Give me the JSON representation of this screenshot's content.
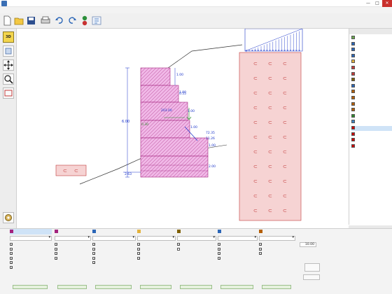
{
  "window": {
    "title": "",
    "controls": [
      "—",
      "□",
      "✕"
    ]
  },
  "menu": {
    "items": [
      "",
      "",
      "",
      "",
      "",
      "",
      "",
      ""
    ]
  },
  "toolbar": {
    "view3d_label": "3D",
    "mode_label": ""
  },
  "canvas": {
    "dims": {
      "d_total": "6.00",
      "d_top": "1.00",
      "d_mid": "2.00",
      "d_small": "0.30",
      "d_side1": "0.55",
      "d_offset": "2.63",
      "d_load": "72.35",
      "d_r": "11.26",
      "d_mid_val": "203.00",
      "d_zero": "0.00"
    },
    "soil_glyph": "⊂",
    "colors": {
      "wall_fill": "#f0b7e6",
      "wall_stroke": "#a3237e",
      "soil_fill": "#f6d3d3",
      "soil_stroke": "#c23b3b",
      "dim_blue": "#1a34c9",
      "arrow_green": "#2e8b2e"
    }
  },
  "right_panel": {
    "head": "",
    "items": [
      {
        "label": "",
        "icon": "settings-icon"
      },
      {
        "label": "",
        "icon": "analysis-icon"
      },
      {
        "label": "",
        "icon": "geometry-icon"
      },
      {
        "label": "",
        "icon": "geometry-icon"
      },
      {
        "label": "",
        "icon": "material-icon"
      },
      {
        "label": "",
        "icon": "soil-icon"
      },
      {
        "label": "",
        "icon": "soil-icon"
      },
      {
        "label": "",
        "icon": "terrain-icon"
      },
      {
        "label": "",
        "icon": "water-icon"
      },
      {
        "label": "",
        "icon": "load-icon"
      },
      {
        "label": "",
        "icon": "load-icon"
      },
      {
        "label": "",
        "icon": "load-icon"
      },
      {
        "label": "",
        "icon": "load-icon"
      },
      {
        "label": "",
        "icon": "seismic-icon"
      },
      {
        "label": "",
        "icon": "stage-icon"
      },
      {
        "label": "",
        "icon": "check-icon"
      },
      {
        "label": "",
        "icon": "check-icon"
      },
      {
        "label": "",
        "icon": "check-icon"
      },
      {
        "label": "",
        "icon": "check-icon"
      }
    ],
    "calc_head": "",
    "calc_items": [
      "",
      "",
      ""
    ],
    "output_head": "",
    "output_btn": ""
  },
  "bottom": {
    "vtabs": [
      "",
      "",
      ""
    ],
    "columns": [
      {
        "head": "",
        "select": "",
        "checks": [
          {
            "label": "",
            "on": true
          },
          {
            "label": "",
            "on": true
          },
          {
            "label": "",
            "on": true
          },
          {
            "label": "",
            "on": true
          },
          {
            "label": "",
            "on": true
          },
          {
            "label": "",
            "on": true
          }
        ]
      },
      {
        "head": "",
        "select": "",
        "checks": [
          {
            "label": "",
            "on": true
          },
          {
            "label": "",
            "on": true
          },
          {
            "label": "",
            "on": true
          },
          {
            "label": "",
            "on": true
          }
        ]
      },
      {
        "head": "",
        "select": "",
        "checks": [
          {
            "label": "",
            "on": true
          },
          {
            "label": "",
            "on": true
          },
          {
            "label": "",
            "on": true
          },
          {
            "label": "",
            "on": true
          },
          {
            "label": "",
            "on": true
          }
        ]
      },
      {
        "head": "",
        "select": "",
        "checks": [
          {
            "label": "",
            "on": true
          },
          {
            "label": "",
            "on": true
          },
          {
            "label": "",
            "on": true
          },
          {
            "label": "",
            "on": true
          }
        ]
      },
      {
        "head": "",
        "select": "",
        "checks": [
          {
            "label": "",
            "on": true
          },
          {
            "label": "",
            "on": false
          }
        ]
      },
      {
        "head": "",
        "select": "",
        "checks": [
          {
            "label": "",
            "on": true
          },
          {
            "label": "",
            "on": true
          },
          {
            "label": "",
            "on": true
          },
          {
            "label": "",
            "on": true
          }
        ]
      },
      {
        "head": "",
        "select": "",
        "checks": [
          {
            "label": "",
            "on": true
          },
          {
            "label": "",
            "on": true
          },
          {
            "label": "",
            "on": true
          }
        ]
      }
    ],
    "scale_label": "",
    "scale_value": "10.00",
    "default_btn": "",
    "save_btn": ""
  }
}
